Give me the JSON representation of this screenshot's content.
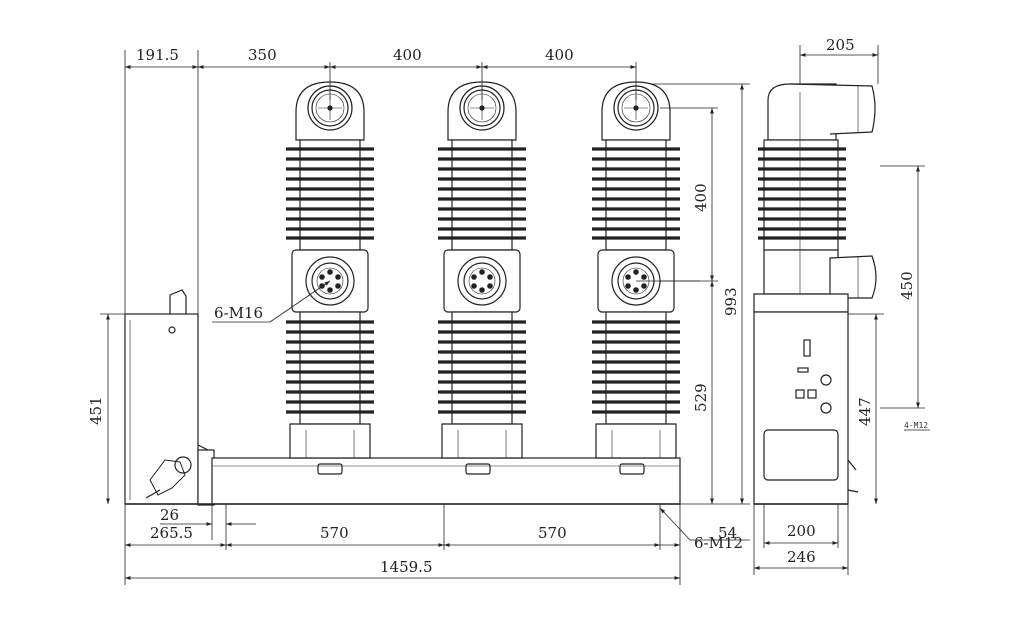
{
  "drawing": {
    "dims": {
      "top_left": "191.5",
      "top_350": "350",
      "top_400a": "400",
      "top_400b": "400",
      "side_top": "205",
      "height_451": "451",
      "v_400": "400",
      "v_993": "993",
      "v_529": "529",
      "v_450": "450",
      "v_447": "447",
      "bot_26": "26",
      "bot_265": "265.5",
      "bot_570a": "570",
      "bot_570b": "570",
      "bot_54": "54",
      "bot_1459": "1459.5",
      "side_200": "200",
      "side_246": "246"
    },
    "labels": {
      "m16": "6-M16",
      "m12": "6-M12",
      "m12_side": "4-M12"
    }
  }
}
